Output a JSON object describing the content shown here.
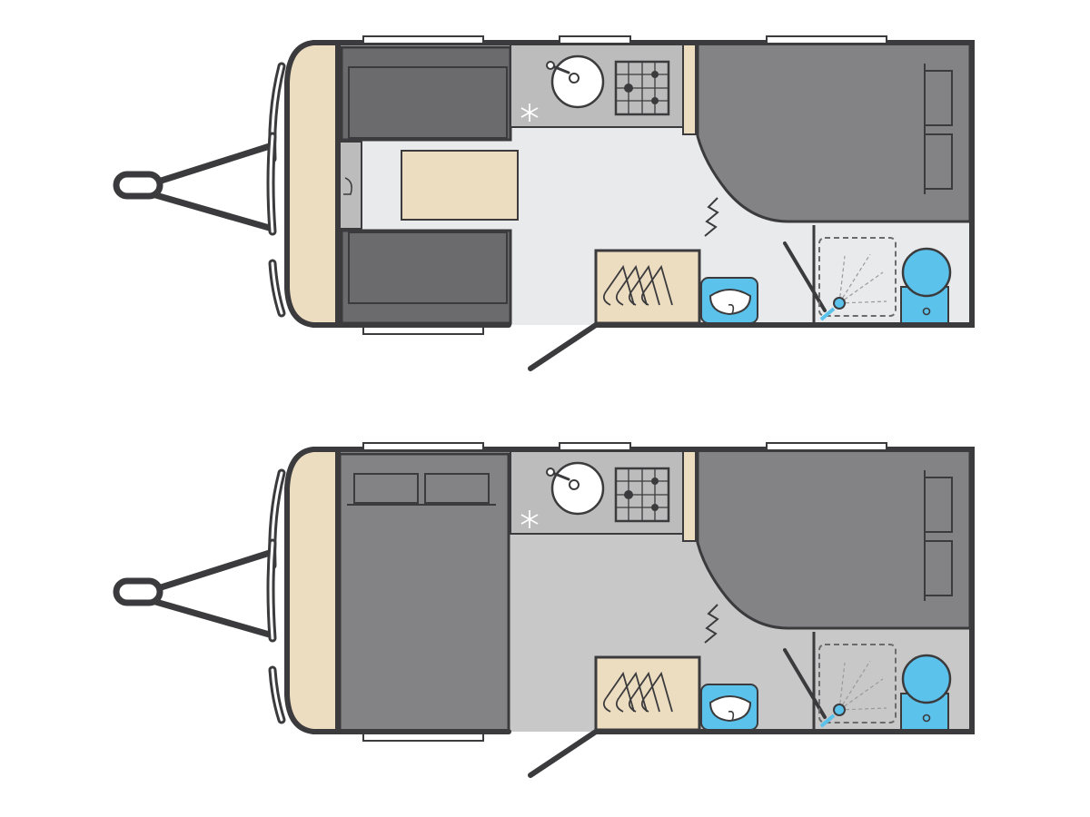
{
  "layouts": [
    {
      "id": "day-layout",
      "lounge_mode": "seating"
    },
    {
      "id": "night-layout",
      "lounge_mode": "bed"
    }
  ],
  "colors": {
    "outline": "#3b3b3d",
    "floor_day": "#e9eaeb",
    "floor_night": "#c8c8c8",
    "upholstery": "#6b6b6d",
    "bed": "#838385",
    "bed_dark": "#5f5f61",
    "timber": "#ecdcc0",
    "worktop": "#bcbcbc",
    "sanitary_blue": "#5bc2ec",
    "window": "#ffffff"
  },
  "icons": [
    "tow-hitch-icon",
    "sink-icon",
    "hob-icon",
    "fridge-snowflake-icon",
    "wardrobe-hangers-icon",
    "washbasin-icon",
    "shower-icon",
    "toilet-icon",
    "heater-icon"
  ]
}
